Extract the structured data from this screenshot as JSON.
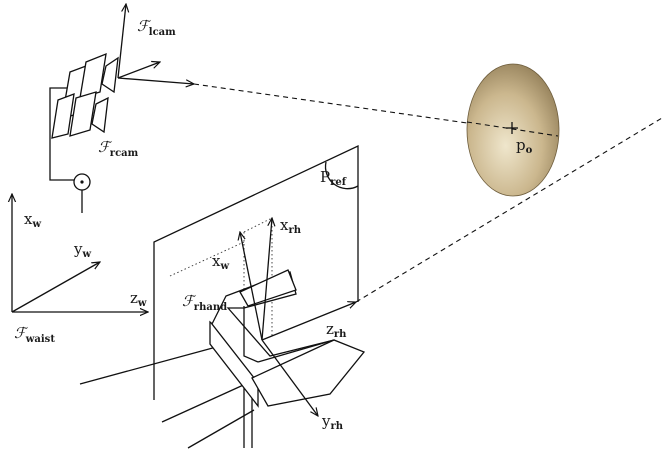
{
  "labels": {
    "lcam": {
      "base": "ℱ",
      "sub": "lcam"
    },
    "rcam": {
      "base": "ℱ",
      "sub": "rcam"
    },
    "waist": {
      "base": "ℱ",
      "sub": "waist"
    },
    "rhand": {
      "base": "ℱ",
      "sub": "rhand"
    },
    "xw": {
      "base": "x",
      "sub": "w"
    },
    "yw": {
      "base": "y",
      "sub": "w"
    },
    "zw": {
      "base": "z",
      "sub": "w"
    },
    "xw2": {
      "base": "x",
      "sub": "w"
    },
    "xrh": {
      "base": "x",
      "sub": "rh"
    },
    "yrh": {
      "base": "y",
      "sub": "rh"
    },
    "zrh": {
      "base": "z",
      "sub": "rh"
    },
    "pref": {
      "base": "P",
      "sub": "ref"
    },
    "po": {
      "base": "p",
      "sub": "o"
    }
  },
  "colors": {
    "object_light": "#efe6cc",
    "object_mid": "#cbb78e",
    "object_dark": "#8a7650",
    "ink": "#111111"
  }
}
